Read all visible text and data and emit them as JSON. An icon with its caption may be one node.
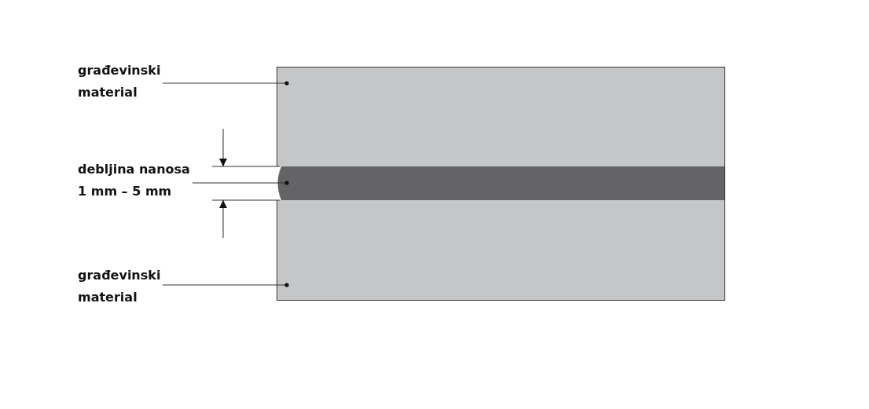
{
  "diagram": {
    "nodes": [
      {
        "text": [
          "građevinski material"
        ]
      },
      {
        "text": [],
        "shape": "box"
      },
      {
        "text": [
          "debljina nanosa",
          "1 mm – 5 mm"
        ]
      },
      {
        "text": [],
        "shape": "bar"
      },
      {
        "text": [
          "građevinski material"
        ]
      },
      {
        "text": [],
        "shape": "box"
      }
    ],
    "edges": [
      {
        "from": 0,
        "to": 1,
        "arrow": "other"
      },
      {
        "from": 2,
        "to": 3,
        "arrow": "other"
      },
      {
        "from": 4,
        "to": 5,
        "arrow": "other"
      }
    ]
  }
}
